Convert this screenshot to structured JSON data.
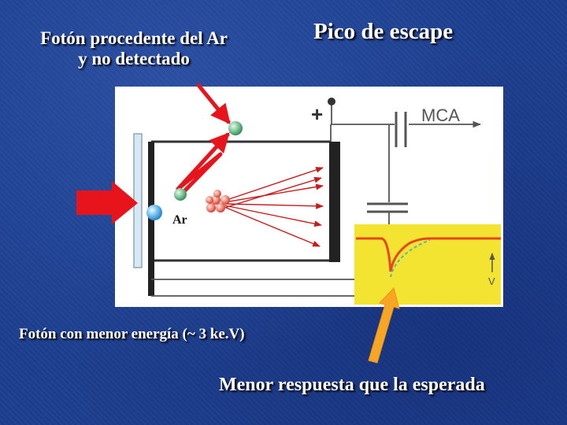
{
  "slide": {
    "title": "Pico de escape",
    "top_left_label": [
      "Fotón procedente del Ar",
      "y no detectado"
    ],
    "bottom_left_label": "Fotón con menor energía (~ 3 ke.V)",
    "bottom_right_label": "Menor respuesta que la esperada"
  },
  "diagram": {
    "plus_sign": "+",
    "mca_label": "MCA",
    "ar_label": "Ar",
    "v_label": "V"
  },
  "colors": {
    "background": "#1d3f8f",
    "panel": "#ffffff",
    "arrow_red": "#e8141c",
    "arrow_orange": "#f6a623",
    "signal_panel": "#f4e432",
    "signal_line": "#e8461e",
    "dashed_curve": "#58b8a8"
  }
}
